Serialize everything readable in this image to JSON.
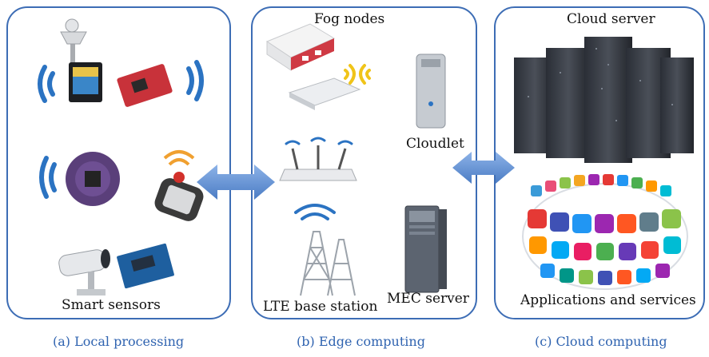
{
  "local": {
    "label": "Smart sensors",
    "caption": "(a) Local processing"
  },
  "edge": {
    "title": "Fog nodes",
    "cloudlet": "Cloudlet",
    "lte": "LTE base station",
    "mec": "MEC server",
    "caption": "(b) Edge computing"
  },
  "cloud": {
    "title": "Cloud server",
    "apps": "Applications and services",
    "caption": "(c) Cloud computing"
  },
  "colors": {
    "panel_border": "#3d6db5",
    "arrow": "#5f8fd1",
    "caption": "#2f63b0"
  }
}
